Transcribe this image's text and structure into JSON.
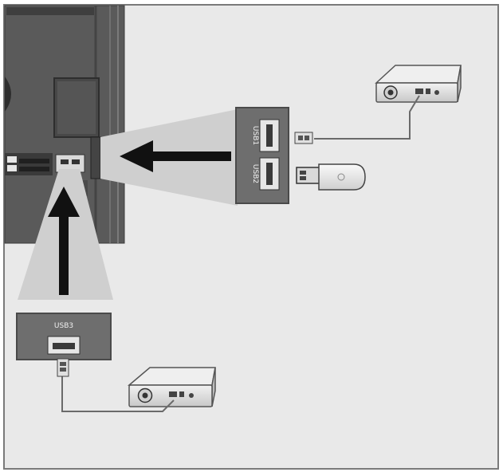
{
  "ports": {
    "usb1": "USB1",
    "usb2": "USB2",
    "usb3": "USB3"
  },
  "colors": {
    "background": "#e9e9e9",
    "frame": "#7a7a7a",
    "tv_panel": "#5a5a5a",
    "port_panel": "#6e6e6e",
    "arrow": "#111111",
    "device_body": "#d4d4d4"
  },
  "icons": {
    "external_drive": "external-hard-drive-icon",
    "usb_stick": "usb-flash-drive-icon",
    "usb_port": "usb-port-icon"
  }
}
